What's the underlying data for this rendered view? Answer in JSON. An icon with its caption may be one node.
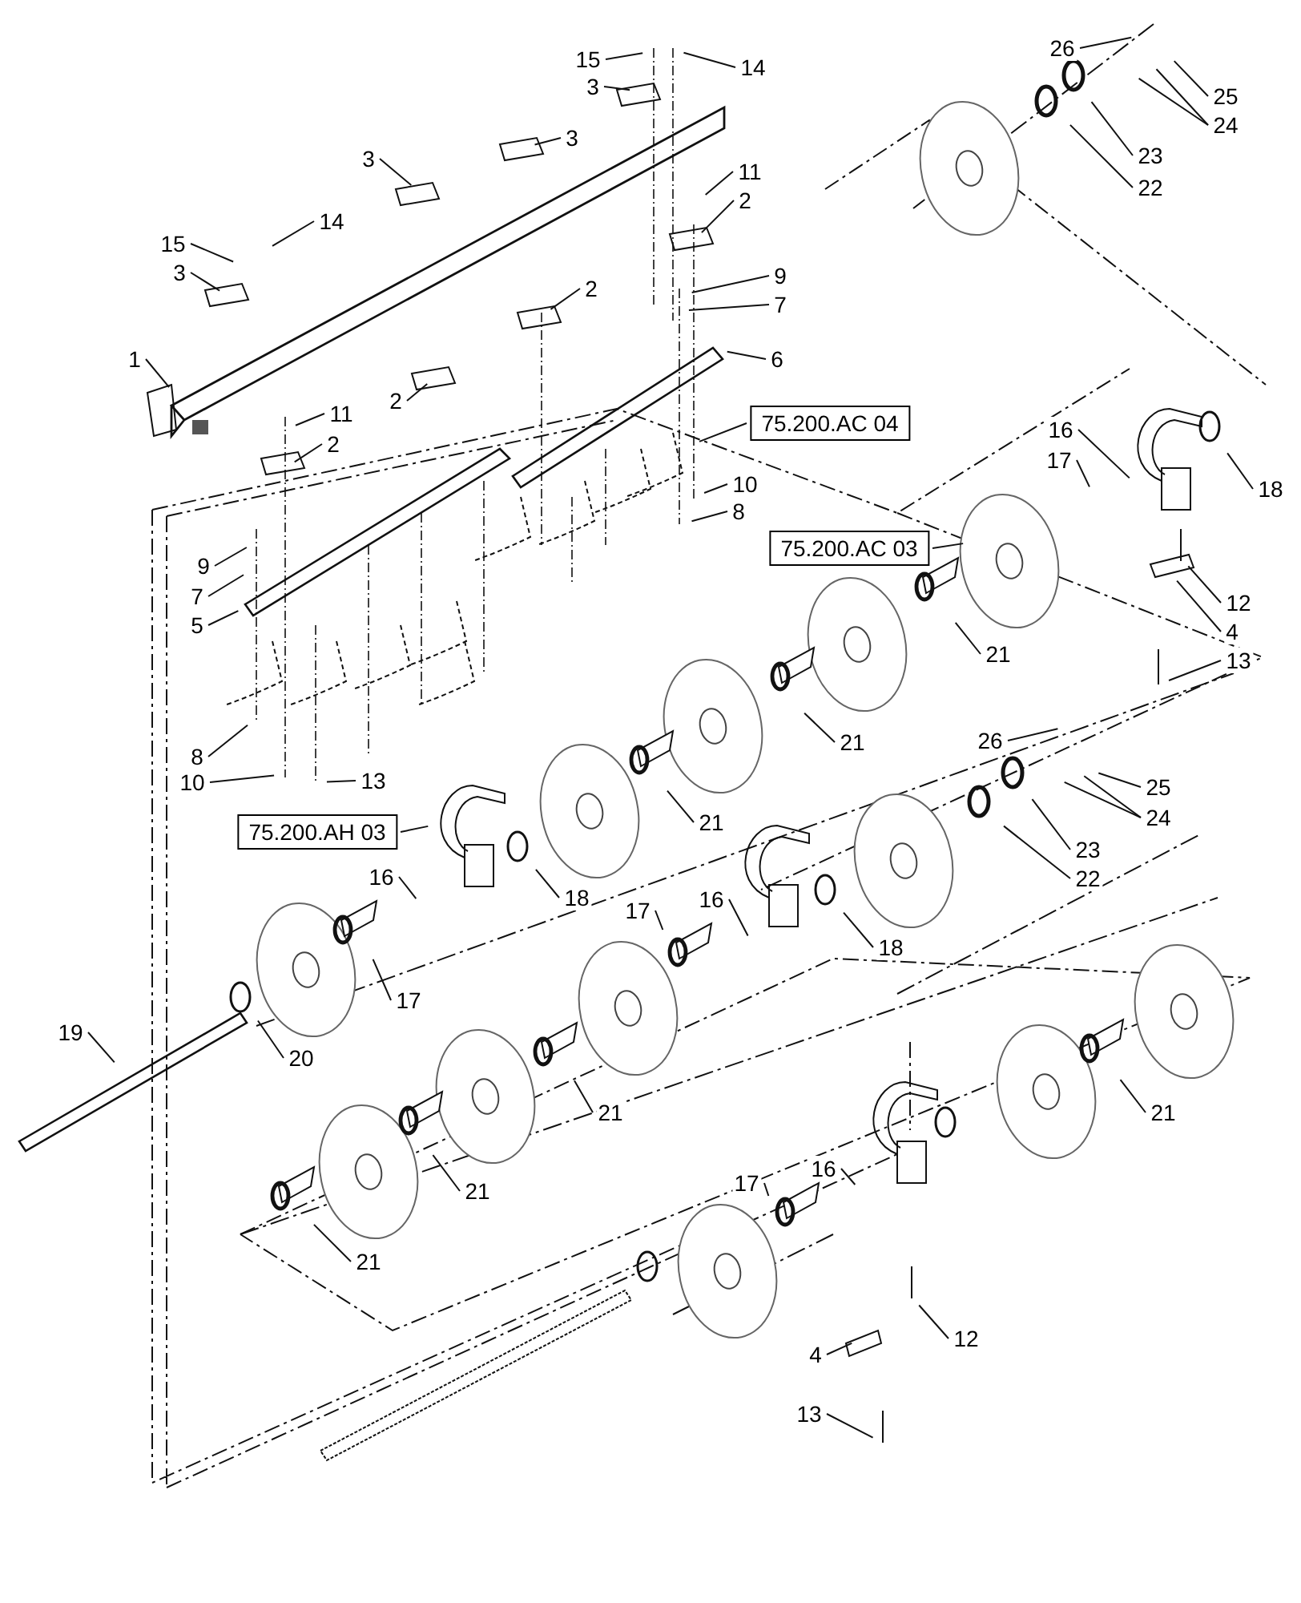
{
  "diagram": {
    "nodes": [
      {
        "text": [
          "15"
        ]
      },
      {
        "text": [
          "14"
        ]
      },
      {
        "text": [
          "3"
        ]
      },
      {
        "text": [
          "3"
        ]
      },
      {
        "text": [
          "3"
        ]
      },
      {
        "text": [
          "11"
        ]
      },
      {
        "text": [
          "2"
        ]
      },
      {
        "text": [
          "14"
        ]
      },
      {
        "text": [
          "15"
        ]
      },
      {
        "text": [
          "3"
        ]
      },
      {
        "text": [
          "2"
        ]
      },
      {
        "text": [
          "9"
        ]
      },
      {
        "text": [
          "7"
        ]
      },
      {
        "text": [
          "6"
        ]
      },
      {
        "text": [
          "1"
        ]
      },
      {
        "text": [
          "2"
        ]
      },
      {
        "text": [
          "11"
        ]
      },
      {
        "text": [
          "2"
        ]
      },
      {
        "text": [
          "75.200.AC 04"
        ]
      },
      {
        "text": [
          "10"
        ]
      },
      {
        "text": [
          "8"
        ]
      },
      {
        "text": [
          "9"
        ]
      },
      {
        "text": [
          "7"
        ]
      },
      {
        "text": [
          "5"
        ]
      },
      {
        "text": [
          "8"
        ]
      },
      {
        "text": [
          "10"
        ]
      },
      {
        "text": [
          "13"
        ]
      },
      {
        "text": [
          "26"
        ]
      },
      {
        "text": [
          "25"
        ]
      },
      {
        "text": [
          "24"
        ]
      },
      {
        "text": [
          "23"
        ]
      },
      {
        "text": [
          "22"
        ]
      },
      {
        "text": [
          "16"
        ]
      },
      {
        "text": [
          "17"
        ]
      },
      {
        "text": [
          "18"
        ]
      },
      {
        "text": [
          "75.200.AC 03"
        ]
      },
      {
        "text": [
          "12"
        ]
      },
      {
        "text": [
          "21"
        ]
      },
      {
        "text": [
          "4"
        ]
      },
      {
        "text": [
          "13"
        ]
      },
      {
        "text": [
          "21"
        ]
      },
      {
        "text": [
          "21"
        ]
      },
      {
        "text": [
          "75.200.AH 03"
        ]
      },
      {
        "text": [
          "16"
        ]
      },
      {
        "text": [
          "18"
        ]
      },
      {
        "text": [
          "26"
        ]
      },
      {
        "text": [
          "25"
        ]
      },
      {
        "text": [
          "24"
        ]
      },
      {
        "text": [
          "23"
        ]
      },
      {
        "text": [
          "22"
        ]
      },
      {
        "text": [
          "17"
        ]
      },
      {
        "text": [
          "16"
        ]
      },
      {
        "text": [
          "17"
        ]
      },
      {
        "text": [
          "18"
        ]
      },
      {
        "text": [
          "19"
        ]
      },
      {
        "text": [
          "20"
        ]
      },
      {
        "text": [
          "21"
        ]
      },
      {
        "text": [
          "21"
        ]
      },
      {
        "text": [
          "21"
        ]
      },
      {
        "text": [
          "16"
        ]
      },
      {
        "text": [
          "17"
        ]
      },
      {
        "text": [
          "21"
        ]
      },
      {
        "text": [
          "12"
        ]
      },
      {
        "text": [
          "4"
        ]
      },
      {
        "text": [
          "13"
        ]
      }
    ],
    "edges": [
      {
        "from": 0,
        "to": null,
        "arrow": "none"
      },
      {
        "from": 1,
        "to": null,
        "arrow": "none"
      },
      {
        "from": 2,
        "to": null,
        "arrow": "none"
      },
      {
        "from": 3,
        "to": null,
        "arrow": "none"
      },
      {
        "from": 4,
        "to": null,
        "arrow": "none"
      },
      {
        "from": 5,
        "to": null,
        "arrow": "none"
      },
      {
        "from": 6,
        "to": null,
        "arrow": "none"
      },
      {
        "from": 7,
        "to": null,
        "arrow": "none"
      },
      {
        "from": 8,
        "to": null,
        "arrow": "none"
      },
      {
        "from": 9,
        "to": null,
        "arrow": "none"
      },
      {
        "from": 10,
        "to": null,
        "arrow": "none"
      },
      {
        "from": 11,
        "to": null,
        "arrow": "none"
      },
      {
        "from": 12,
        "to": null,
        "arrow": "none"
      },
      {
        "from": 13,
        "to": null,
        "arrow": "none"
      },
      {
        "from": 14,
        "to": null,
        "arrow": "none"
      },
      {
        "from": 15,
        "to": null,
        "arrow": "none"
      },
      {
        "from": 16,
        "to": null,
        "arrow": "none"
      },
      {
        "from": 17,
        "to": null,
        "arrow": "none"
      },
      {
        "from": 18,
        "to": null,
        "arrow": "none"
      },
      {
        "from": 19,
        "to": null,
        "arrow": "none"
      },
      {
        "from": 20,
        "to": null,
        "arrow": "none"
      },
      {
        "from": 21,
        "to": null,
        "arrow": "none"
      },
      {
        "from": 22,
        "to": null,
        "arrow": "none"
      },
      {
        "from": 23,
        "to": null,
        "arrow": "none"
      },
      {
        "from": 24,
        "to": null,
        "arrow": "none"
      },
      {
        "from": 25,
        "to": null,
        "arrow": "none"
      },
      {
        "from": 26,
        "to": null,
        "arrow": "none"
      },
      {
        "from": 27,
        "to": null,
        "arrow": "none"
      },
      {
        "from": 28,
        "to": null,
        "arrow": "none"
      },
      {
        "from": 29,
        "to": null,
        "arrow": "none"
      },
      {
        "from": 29,
        "to": null,
        "arrow": "none"
      },
      {
        "from": 30,
        "to": null,
        "arrow": "none"
      },
      {
        "from": 31,
        "to": null,
        "arrow": "none"
      },
      {
        "from": 32,
        "to": null,
        "arrow": "none"
      },
      {
        "from": 33,
        "to": null,
        "arrow": "none"
      },
      {
        "from": 34,
        "to": null,
        "arrow": "none"
      },
      {
        "from": 35,
        "to": null,
        "arrow": "none"
      },
      {
        "from": 36,
        "to": null,
        "arrow": "none"
      },
      {
        "from": 37,
        "to": null,
        "arrow": "none"
      },
      {
        "from": 38,
        "to": null,
        "arrow": "none"
      },
      {
        "from": 39,
        "to": null,
        "arrow": "none"
      },
      {
        "from": 40,
        "to": null,
        "arrow": "none"
      },
      {
        "from": 41,
        "to": null,
        "arrow": "none"
      },
      {
        "from": 42,
        "to": null,
        "arrow": "none"
      },
      {
        "from": 43,
        "to": null,
        "arrow": "none"
      },
      {
        "from": 44,
        "to": null,
        "arrow": "none"
      },
      {
        "from": 45,
        "to": null,
        "arrow": "none"
      },
      {
        "from": 46,
        "to": null,
        "arrow": "none"
      },
      {
        "from": 47,
        "to": null,
        "arrow": "none"
      },
      {
        "from": 47,
        "to": null,
        "arrow": "none"
      },
      {
        "from": 48,
        "to": null,
        "arrow": "none"
      },
      {
        "from": 49,
        "to": null,
        "arrow": "none"
      },
      {
        "from": 50,
        "to": null,
        "arrow": "none"
      },
      {
        "from": 51,
        "to": null,
        "arrow": "none"
      },
      {
        "from": 52,
        "to": null,
        "arrow": "none"
      },
      {
        "from": 53,
        "to": null,
        "arrow": "none"
      },
      {
        "from": 54,
        "to": null,
        "arrow": "none"
      },
      {
        "from": 55,
        "to": null,
        "arrow": "none"
      },
      {
        "from": 56,
        "to": null,
        "arrow": "none"
      },
      {
        "from": 57,
        "to": null,
        "arrow": "none"
      },
      {
        "from": 58,
        "to": null,
        "arrow": "none"
      },
      {
        "from": 59,
        "to": null,
        "arrow": "none"
      },
      {
        "from": 60,
        "to": null,
        "arrow": "none"
      },
      {
        "from": 61,
        "to": null,
        "arrow": "none"
      },
      {
        "from": 62,
        "to": null,
        "arrow": "none"
      },
      {
        "from": 63,
        "to": null,
        "arrow": "none"
      },
      {
        "from": 64,
        "to": null,
        "arrow": "none"
      }
    ]
  }
}
